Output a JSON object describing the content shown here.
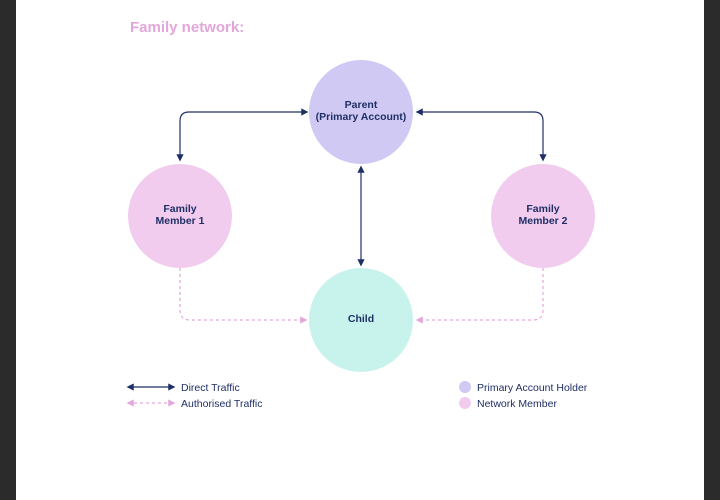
{
  "heading": "Family network:",
  "colors": {
    "heading": "#e3a6da",
    "primary_node": "#d0c9f3",
    "member_node": "#f1ccee",
    "child_node": "#c7f3ec",
    "direct_line": "#1f2f66",
    "authorised_line": "#e3a6da",
    "text": "#1f2f66"
  },
  "nodes": {
    "parent": {
      "line1": "Parent",
      "line2": "(Primary Account)"
    },
    "member1": {
      "line1": "Family",
      "line2": "Member 1"
    },
    "member2": {
      "line1": "Family",
      "line2": "Member 2"
    },
    "child": {
      "line1": "Child"
    }
  },
  "legend": {
    "direct": "Direct Traffic",
    "authorised": "Authorised Traffic",
    "primary_holder": "Primary Account Holder",
    "network_member": "Network Member"
  }
}
